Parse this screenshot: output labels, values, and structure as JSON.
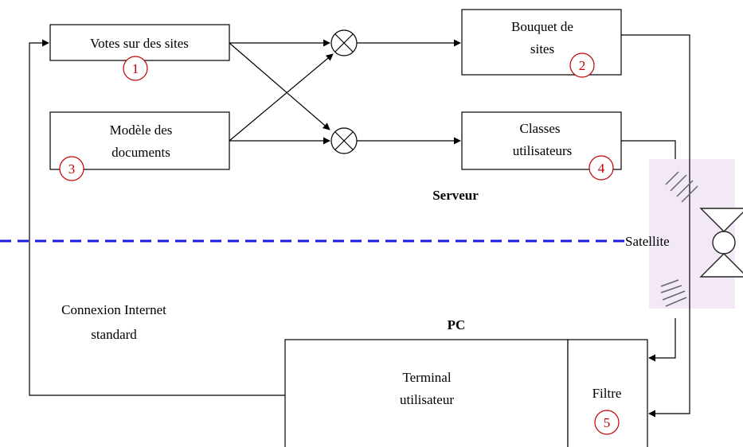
{
  "diagram": {
    "boxes": {
      "votes": [
        "Votes sur des sites"
      ],
      "modele": [
        "Modèle des",
        "documents"
      ],
      "bouquet": [
        "Bouquet de",
        "sites"
      ],
      "classes": [
        "Classes",
        "utilisateurs"
      ],
      "terminal": [
        "Terminal",
        "utilisateur"
      ],
      "filtre": [
        "Filtre"
      ]
    },
    "markers": {
      "m1": "1",
      "m2": "2",
      "m3": "3",
      "m4": "4",
      "m5": "5"
    },
    "labels": {
      "serveur": "Serveur",
      "pc": "PC",
      "satellite": "Satellite",
      "connexion": [
        "Connexion Internet",
        "standard"
      ]
    },
    "colors": {
      "divider": "#1a1ae6",
      "marker": "#c00000",
      "satellite_bg": "#f3e9f6",
      "line": "#000000"
    }
  }
}
